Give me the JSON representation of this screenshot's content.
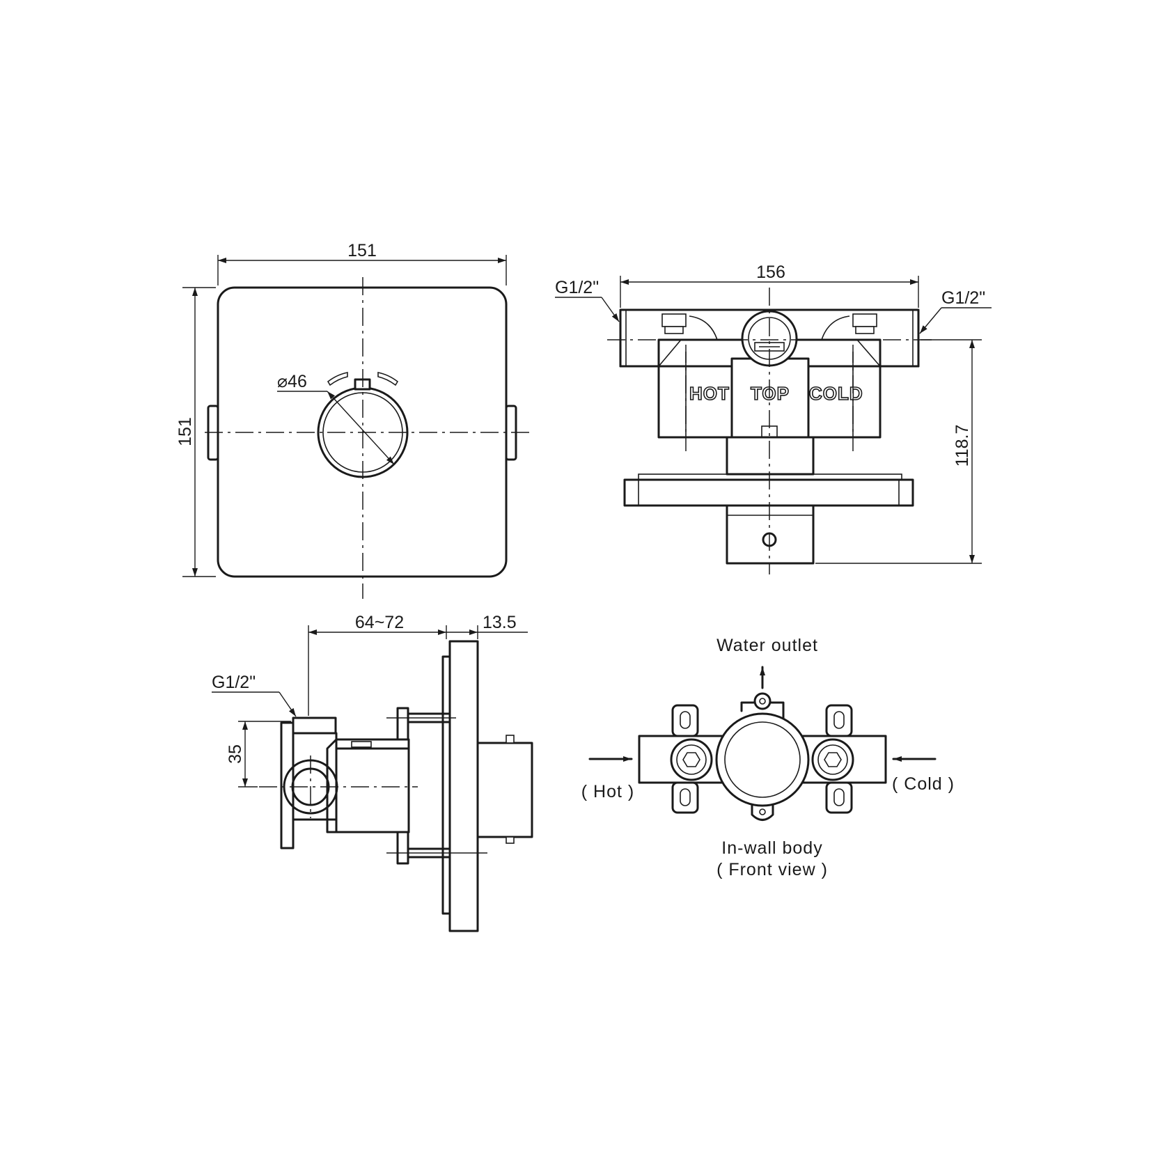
{
  "front_view": {
    "width_label": "151",
    "height_label": "151",
    "diameter_label": "⌀46"
  },
  "top_view": {
    "width_label": "156",
    "height_label": "118.7",
    "left_thread_label": "G1/2\"",
    "right_thread_label": "G1/2\"",
    "hot_label": "HOT",
    "top_label": "TOP",
    "cold_label": "COLD"
  },
  "side_view": {
    "depth_label": "64~72",
    "plate_label": "13.5",
    "offset_label": "35",
    "thread_label": "G1/2\""
  },
  "body_view": {
    "outlet_label": "Water outlet",
    "hot_label": "( Hot )",
    "cold_label": "( Cold )",
    "caption_line1": "In-wall body",
    "caption_line2": "( Front view )"
  }
}
